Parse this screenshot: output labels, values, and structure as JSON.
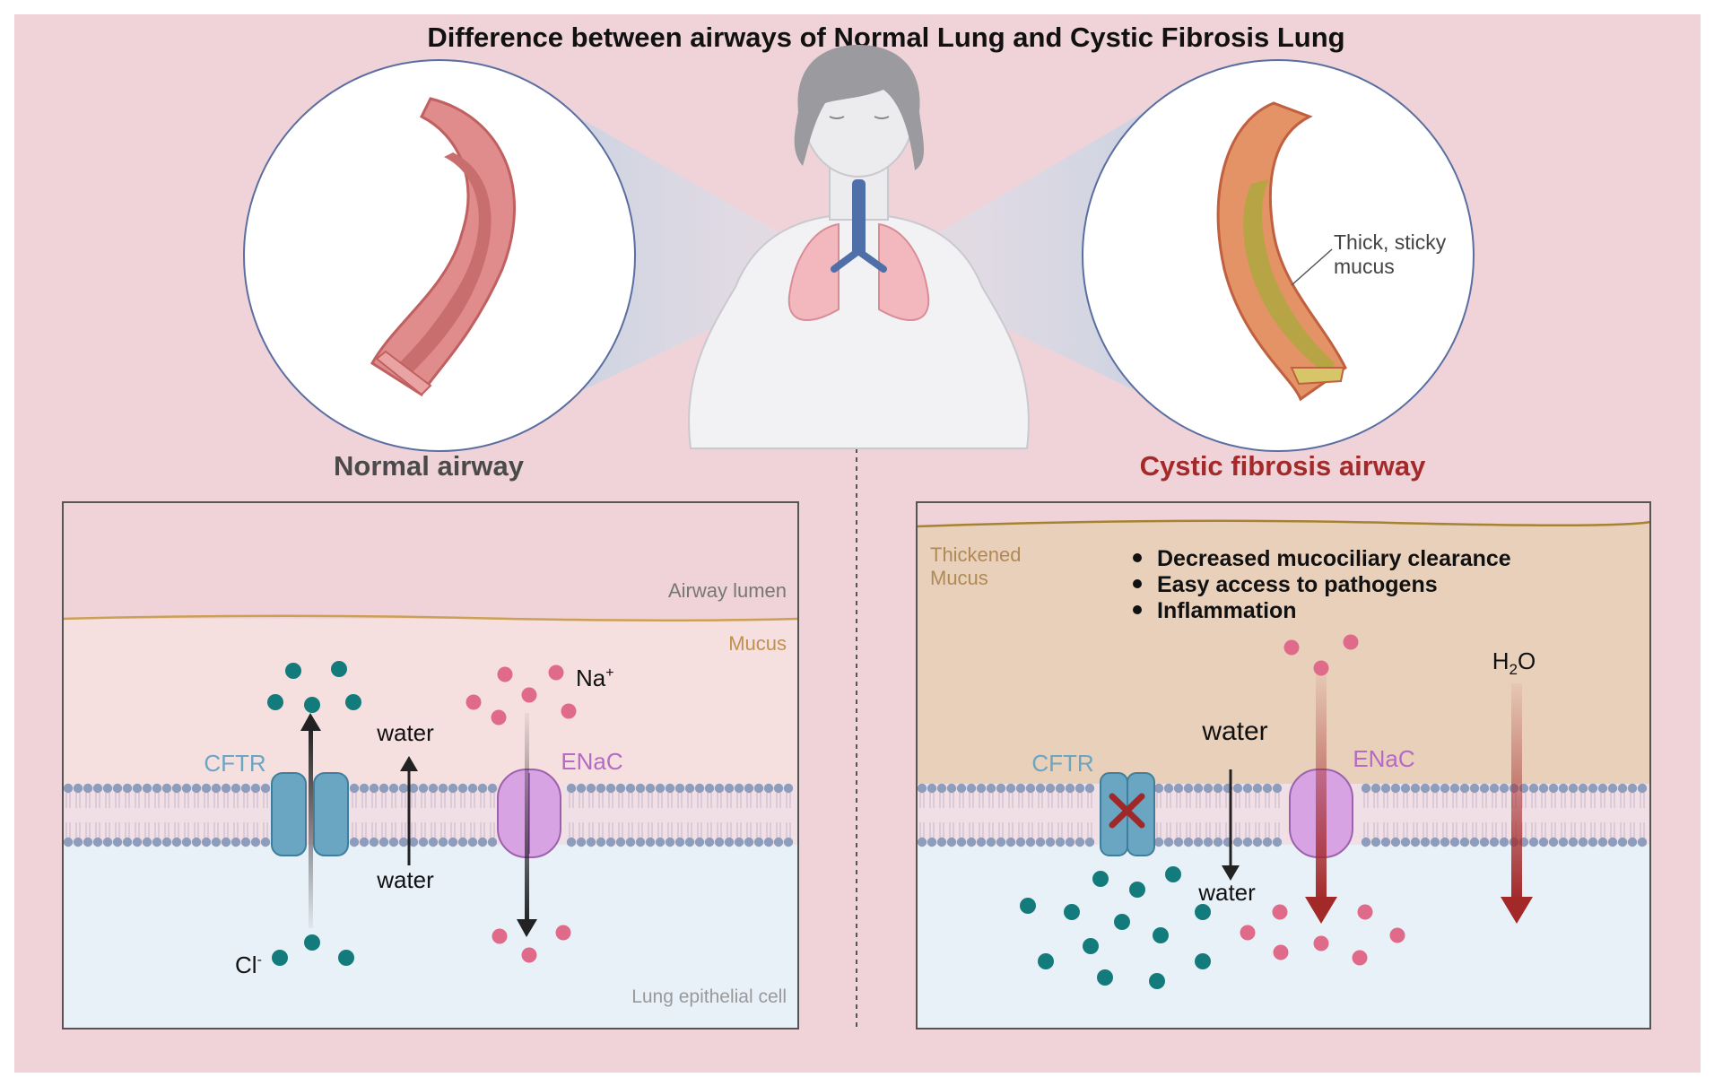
{
  "title": "Difference between airways of Normal Lung and Cystic Fibrosis Lung",
  "normal": {
    "heading": "Normal airway",
    "airway_lumen": "Airway lumen",
    "mucus": "Mucus",
    "cell": "Lung epithelial cell",
    "cftr": "CFTR",
    "enac": "ENaC",
    "water_top": "water",
    "water_bottom": "water",
    "na": "Na",
    "na_sup": "+",
    "cl": "Cl",
    "cl_sup": "-"
  },
  "cf": {
    "heading": "Cystic fibrosis airway",
    "thickened": [
      "Thickened",
      "Mucus"
    ],
    "bullets": [
      "Decreased mucociliary clearance",
      "Easy access to pathogens",
      "Inflammation"
    ],
    "cftr": "CFTR",
    "enac": "ENaC",
    "water_top": "water",
    "water_bottom": "water",
    "h2o": {
      "h": "H",
      "sub": "2",
      "o": "O"
    },
    "mucus_label": [
      "Thick, sticky",
      "mucus"
    ]
  },
  "colors": {
    "background": "#efd3d8",
    "normal_heading": "#4a4a4a",
    "cf_heading": "#a32a2a",
    "cftr": "#6aa6c2",
    "enac": "#d7a3e2",
    "chloride": "#137b7b",
    "sodium": "#e06a8a",
    "red_arrow": "#a32828"
  }
}
